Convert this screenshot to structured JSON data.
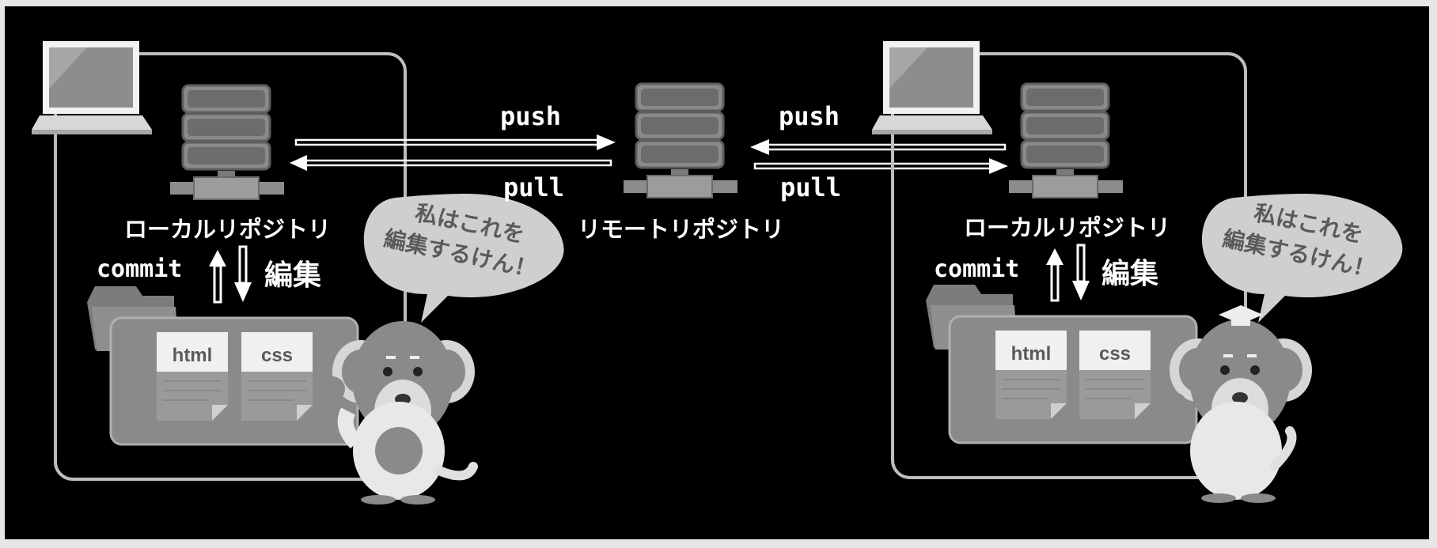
{
  "remote": {
    "label": "リモートリポジトリ"
  },
  "left": {
    "push_label": "push",
    "pull_label": "pull",
    "local_label": "ローカルリポジトリ",
    "commit_label": "commit",
    "edit_label": "編集",
    "file1": "html",
    "file2": "css",
    "bubble_line1": "私はこれを",
    "bubble_line2": "編集するけん！"
  },
  "right": {
    "push_label": "push",
    "pull_label": "pull",
    "local_label": "ローカルリポジトリ",
    "commit_label": "commit",
    "edit_label": "編集",
    "file1": "html",
    "file2": "css",
    "bubble_line1": "私はこれを",
    "bubble_line2": "編集するけん！"
  },
  "colors": {
    "background": "#000000",
    "frame": "#bdbdbd",
    "server": "#7a7a7a",
    "bubble": "#cfcfcf",
    "monkey": "#8a8a8a"
  }
}
